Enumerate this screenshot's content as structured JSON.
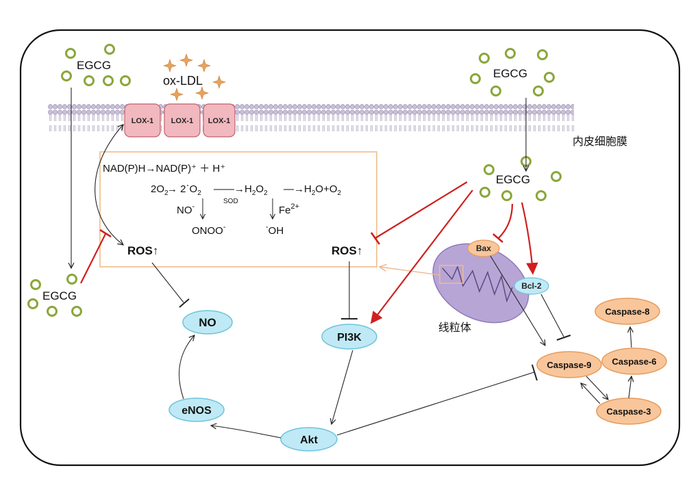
{
  "membrane_label": "内皮细胞膜",
  "mitochondria_label": "线粒体",
  "egcg_labels": [
    "EGCG",
    "EGCG",
    "EGCG",
    "EGCG"
  ],
  "ox_ldl": "ox-LDL",
  "lox_labels": [
    "LOX-1",
    "LOX-1",
    "LOX-1"
  ],
  "reactions": {
    "line1": "NAD(P)H→NAD(P)⁺ ＋ H⁺",
    "line2_a": "2O",
    "line2_b": "→ 2",
    "line2_c": "O",
    "line2_d": "——→H",
    "line2_e": "O",
    "line2_f": "—→H",
    "line2_g": "O+O",
    "sod": "SOD",
    "no": "NO",
    "onoo": "ONOO",
    "fe": "Fe",
    "fe_charge": "2+",
    "oh": "OH",
    "minus": "-",
    "sub2": "2",
    "sup_dot": "·"
  },
  "ros_left": "ROS↑",
  "ros_right": "ROS↑",
  "nodes": {
    "no": "NO",
    "pi3k": "PI3K",
    "enos": "eNOS",
    "akt": "Akt",
    "bax": "Bax",
    "bcl2": "Bcl-2",
    "casp9": "Caspase-9",
    "casp8": "Caspase-8",
    "casp6": "Caspase-6",
    "casp3": "Caspase-3"
  },
  "colors": {
    "egcg_circle": "#8aa63a",
    "ox_ldl_star": "#e8a35c",
    "lox_fill": "#f2b8bf",
    "lox_stroke": "#c0606a",
    "box_stroke": "#f2c9a0",
    "cyan_node": "#bfe9f5",
    "cyan_stroke": "#6cc3dd",
    "caspase_fill": "#f8c69a",
    "caspase_stroke": "#e69a5c",
    "mito_fill": "#b7a5d6",
    "inhibit_red": "#d01f1f",
    "membrane": "#b0a6c4"
  }
}
